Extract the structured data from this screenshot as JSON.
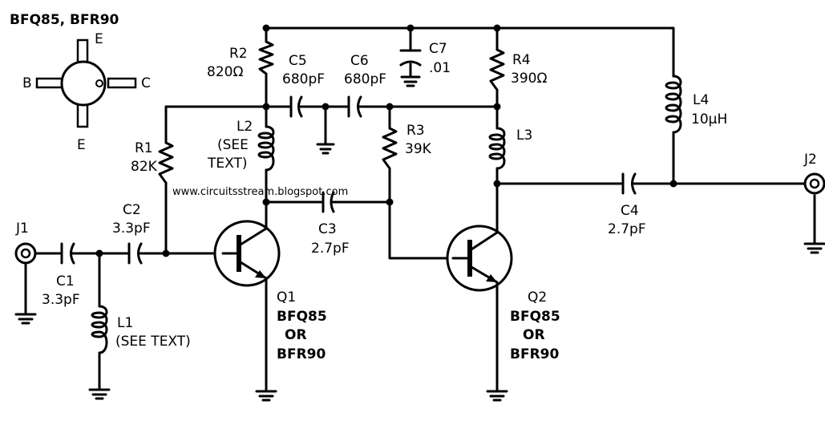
{
  "pinout": {
    "title": "BFQ85, BFR90",
    "pin_e_top": "E",
    "pin_b": "B",
    "pin_c": "C",
    "pin_e_bottom": "E"
  },
  "watermark": "www.circuitsstream.blogspot.com",
  "components": {
    "j1": {
      "ref": "J1"
    },
    "j2": {
      "ref": "J2"
    },
    "c1": {
      "ref": "C1",
      "value": "3.3pF"
    },
    "c2": {
      "ref": "C2",
      "value": "3.3pF"
    },
    "c3": {
      "ref": "C3",
      "value": "2.7pF"
    },
    "c4": {
      "ref": "C4",
      "value": "2.7pF"
    },
    "c5": {
      "ref": "C5",
      "value": "680pF"
    },
    "c6": {
      "ref": "C6",
      "value": "680pF"
    },
    "c7": {
      "ref": "C7",
      "value": ".01"
    },
    "r1": {
      "ref": "R1",
      "value": "82K"
    },
    "r2": {
      "ref": "R2",
      "value": "820Ω"
    },
    "r3": {
      "ref": "R3",
      "value": "39K"
    },
    "r4": {
      "ref": "R4",
      "value": "390Ω"
    },
    "l1": {
      "ref": "L1",
      "value": "(SEE TEXT)"
    },
    "l2": {
      "ref": "L2",
      "value_1": "(SEE",
      "value_2": "TEXT)"
    },
    "l3": {
      "ref": "L3"
    },
    "l4": {
      "ref": "L4",
      "value": "10µH"
    },
    "q1": {
      "ref": "Q1",
      "type_1": "BFQ85",
      "or": "OR",
      "type_2": "BFR90"
    },
    "q2": {
      "ref": "Q2",
      "type_1": "BFQ85",
      "or": "OR",
      "type_2": "BFR90"
    }
  }
}
